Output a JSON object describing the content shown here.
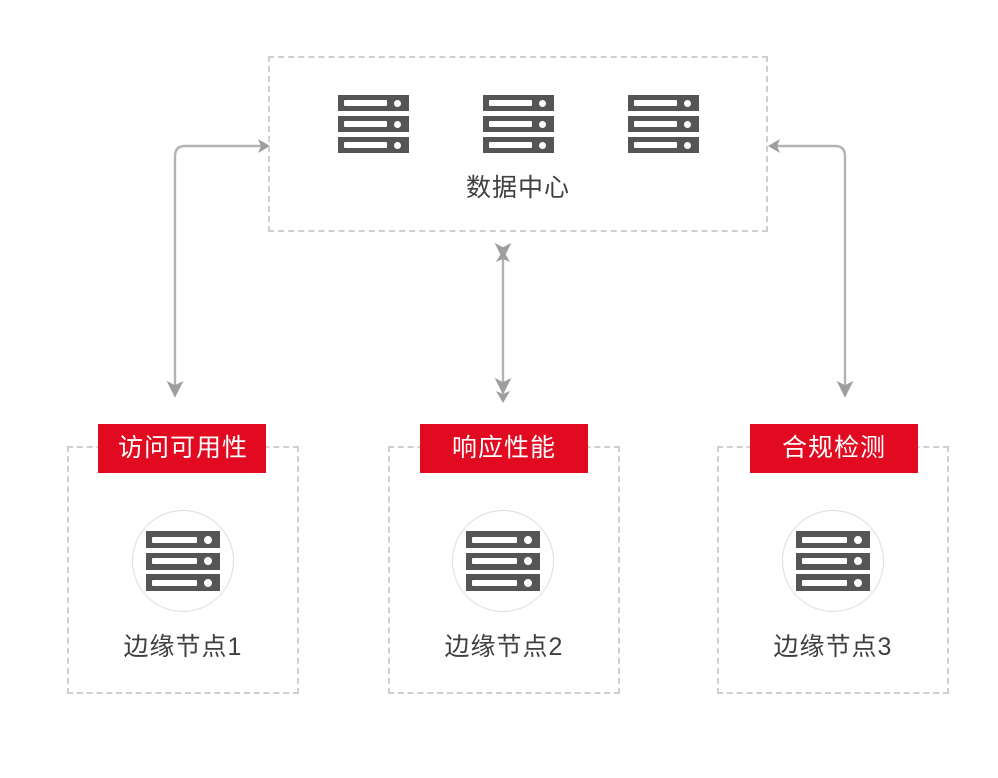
{
  "diagram": {
    "type": "architecture-diagram",
    "background_color": "#ffffff",
    "accent_color": "#e10a20",
    "line_color": "#b3b3b3",
    "dashed_border_color": "#cfcfcf",
    "icon_color": "#555555",
    "text_color": "#3f3f3f"
  },
  "datacenter": {
    "label": "数据中心",
    "icon_name": "server-rack-icon",
    "server_count": 3,
    "servers": [
      {
        "icon_name": "server-rack-icon"
      },
      {
        "icon_name": "server-rack-icon"
      },
      {
        "icon_name": "server-rack-icon"
      }
    ]
  },
  "nodes": [
    {
      "badge": "访问可用性",
      "label": "边缘节点1",
      "icon_name": "server-rack-icon",
      "badge_color": "#e10a20"
    },
    {
      "badge": "响应性能",
      "label": "边缘节点2",
      "icon_name": "server-rack-icon",
      "badge_color": "#e10a20"
    },
    {
      "badge": "合规检测",
      "label": "边缘节点3",
      "icon_name": "server-rack-icon",
      "badge_color": "#e10a20"
    }
  ],
  "connectors": [
    {
      "name": "node1-to-datacenter",
      "style": "elbow",
      "arrows": "both-ends",
      "from": "边缘节点1",
      "to": "数据中心"
    },
    {
      "name": "node2-to-datacenter",
      "style": "straight-vertical",
      "arrows": "double-headed",
      "from": "边缘节点2",
      "to": "数据中心"
    },
    {
      "name": "node3-to-datacenter",
      "style": "elbow",
      "arrows": "both-ends",
      "from": "边缘节点3",
      "to": "数据中心"
    }
  ]
}
